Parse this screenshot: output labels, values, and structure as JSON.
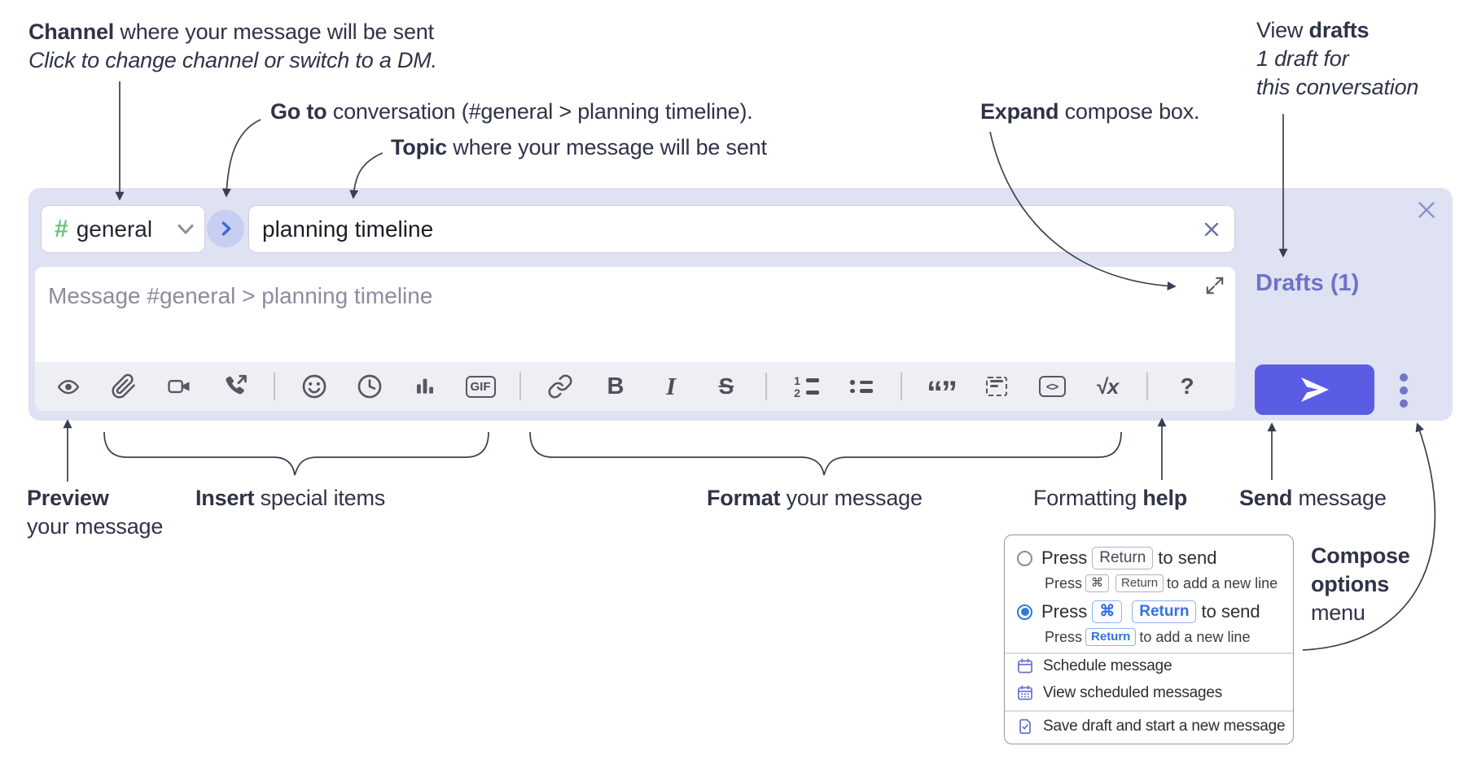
{
  "annotations": {
    "channel": {
      "bold": "Channel",
      "rest": " where your message will be sent",
      "hint": "Click to change channel or switch to a DM."
    },
    "goto": {
      "bold": "Go to",
      "rest": " conversation (#general > planning timeline)."
    },
    "topic": {
      "bold": "Topic",
      "rest": " where your message will be sent"
    },
    "expand": {
      "bold": "Expand",
      "rest": " compose box."
    },
    "drafts": {
      "pre": "View ",
      "bold": "drafts",
      "line2": "1 draft for",
      "line3": "this conversation"
    },
    "preview": {
      "bold": "Preview",
      "line2": "your message"
    },
    "insert": {
      "bold": "Insert",
      "rest": " special items"
    },
    "format": {
      "bold": "Format",
      "rest": " your message"
    },
    "help": {
      "pre": "Formatting ",
      "bold": "help"
    },
    "send": {
      "bold": "Send",
      "rest": " message"
    },
    "compose_options": {
      "line1": "Compose",
      "line2": "options",
      "line3": "menu"
    }
  },
  "compose": {
    "channel": {
      "hash": "#",
      "name": "general"
    },
    "topic_value": "planning timeline",
    "message_placeholder": "Message #general > planning timeline",
    "drafts_link": "Drafts (1)",
    "toolbar_labels": {
      "bold": "B",
      "italic": "I",
      "strike": "S",
      "gif": "GIF",
      "ol1": "1",
      "ol2": "2",
      "quote": "“”",
      "code": "<>",
      "math": "√x",
      "help": "?"
    },
    "toolbar_icons": [
      "preview-eye",
      "attach-paperclip",
      "video-call",
      "voice-call",
      "emoji",
      "time",
      "poll",
      "gif",
      "link",
      "bold",
      "italic",
      "strikethrough",
      "numbered-list",
      "bulleted-list",
      "quote",
      "spoiler",
      "code",
      "math",
      "help"
    ]
  },
  "options_menu": {
    "option1": {
      "selected": false,
      "press": "Press",
      "key": "Return",
      "suffix": "to send",
      "sub_press": "Press",
      "sub_key1": "⌘",
      "sub_key2": "Return",
      "sub_suffix": "to add a new line"
    },
    "option2": {
      "selected": true,
      "press": "Press",
      "key1": "⌘",
      "key2": "Return",
      "suffix": "to send",
      "sub_press": "Press",
      "sub_key": "Return",
      "sub_suffix": "to add a new line"
    },
    "items": [
      {
        "label": "Schedule message",
        "icon": "calendar-icon"
      },
      {
        "label": "View scheduled messages",
        "icon": "calendar-grid-icon"
      },
      {
        "label": "Save draft and start a new message",
        "icon": "save-draft-icon"
      }
    ]
  },
  "colors": {
    "compose_bg": "#dfe2f3",
    "send_button": "#5a5de4",
    "drafts_link": "#6e73c6",
    "hash_green": "#67c47e",
    "goto_blue": "#3c68d9",
    "radio_selected": "#2e7bd4",
    "keycap_blue": "#3672e0",
    "menu_icon_purple": "#6d71ca",
    "annotation_text": "#2f3349"
  }
}
